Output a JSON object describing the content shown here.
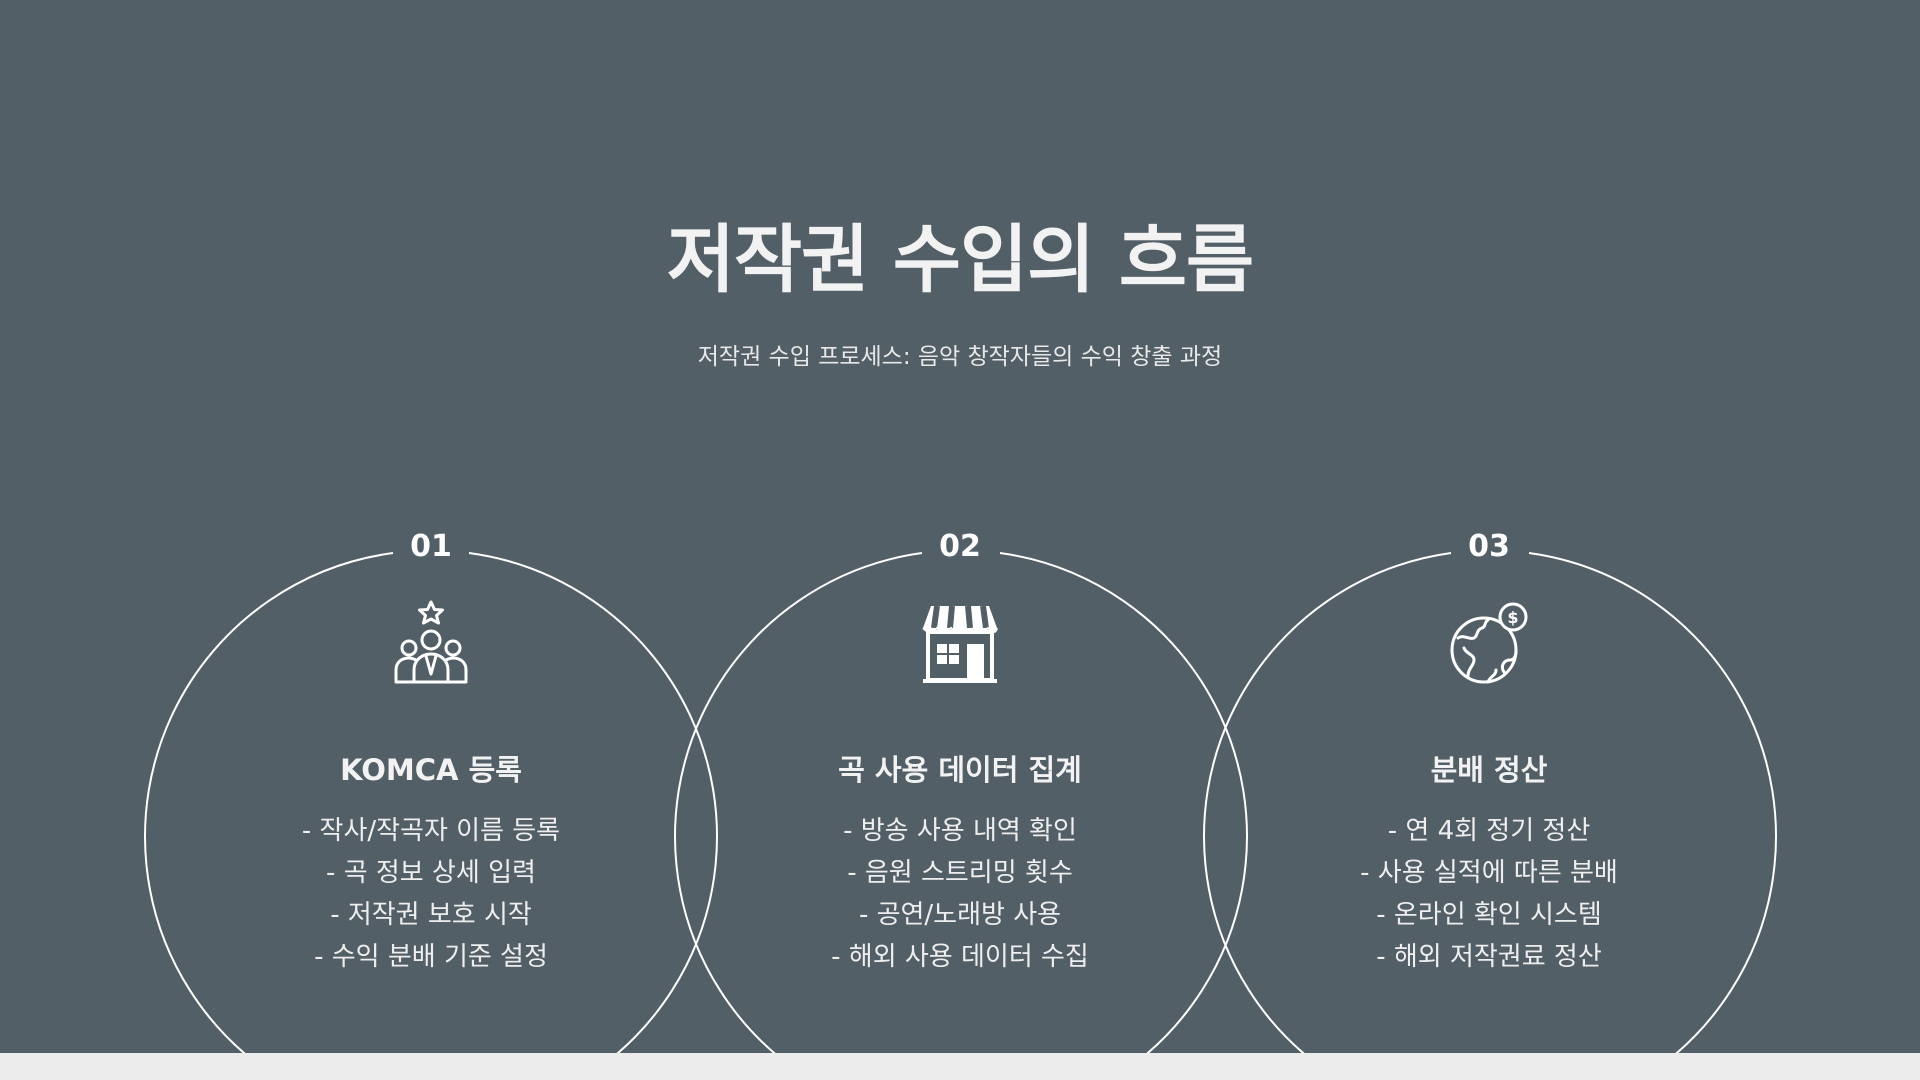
{
  "title": "저작권 수입의 흐름",
  "subtitle": "저작권 수입 프로세스: 음악 창작자들의 수익 창출 과정",
  "colors": {
    "background": "#535f66",
    "ring": "#ffffff",
    "text": "#f2f2f2",
    "bottom_bar": "#ececec"
  },
  "steps": [
    {
      "number": "01",
      "icon": "people-star-icon",
      "heading": "KOMCA 등록",
      "items": [
        "- 작사/작곡자 이름 등록",
        "- 곡 정보 상세 입력",
        "- 저작권 보호 시작",
        "- 수익 분배 기준 설정"
      ]
    },
    {
      "number": "02",
      "icon": "store-icon",
      "heading": "곡 사용 데이터 집계",
      "items": [
        "- 방송 사용 내역 확인",
        "- 음원 스트리밍 횟수",
        "- 공연/노래방 사용",
        "- 해외 사용 데이터 수집"
      ]
    },
    {
      "number": "03",
      "icon": "globe-dollar-icon",
      "heading": "분배 정산",
      "items": [
        "- 연 4회 정기 정산",
        "- 사용 실적에 따른 분배",
        "- 온라인 확인 시스템",
        "- 해외 저작권료 정산"
      ]
    }
  ]
}
